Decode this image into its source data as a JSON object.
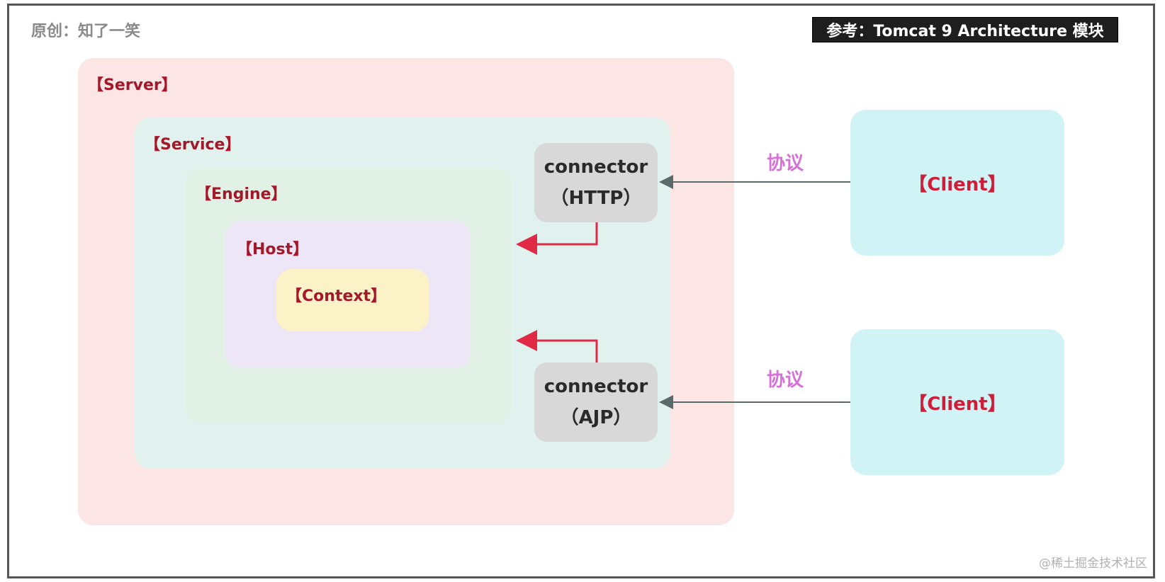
{
  "author": "原创：知了一笑",
  "reference": "参考：Tomcat 9 Architecture 模块",
  "containers": {
    "server": "【Server】",
    "service": "【Service】",
    "engine": "【Engine】",
    "host": "【Host】",
    "context": "【Context】"
  },
  "connectors": {
    "http": {
      "name": "connector",
      "protocol": "（HTTP）"
    },
    "ajp": {
      "name": "connector",
      "protocol": "（AJP）"
    }
  },
  "clients": {
    "top": "【Client】",
    "bottom": "【Client】"
  },
  "protocol_labels": {
    "top": "协议",
    "bottom": "协议"
  },
  "watermark": "@稀土掘金技术社区",
  "colors": {
    "server_bg": "#fbe5e5",
    "service_bg": "#e1f1ee",
    "engine_bg": "#e2f1e6",
    "host_bg": "#ece6f6",
    "context_bg": "#fbf2c8",
    "connector_bg": "#d8d8d8",
    "client_bg": "#d0f4f5",
    "container_label": "#a3192a",
    "client_label": "#d01e3a",
    "protocol_label": "#d66fd6",
    "internal_arrow": "#e02a45",
    "external_arrow": "#5a6a6a"
  }
}
